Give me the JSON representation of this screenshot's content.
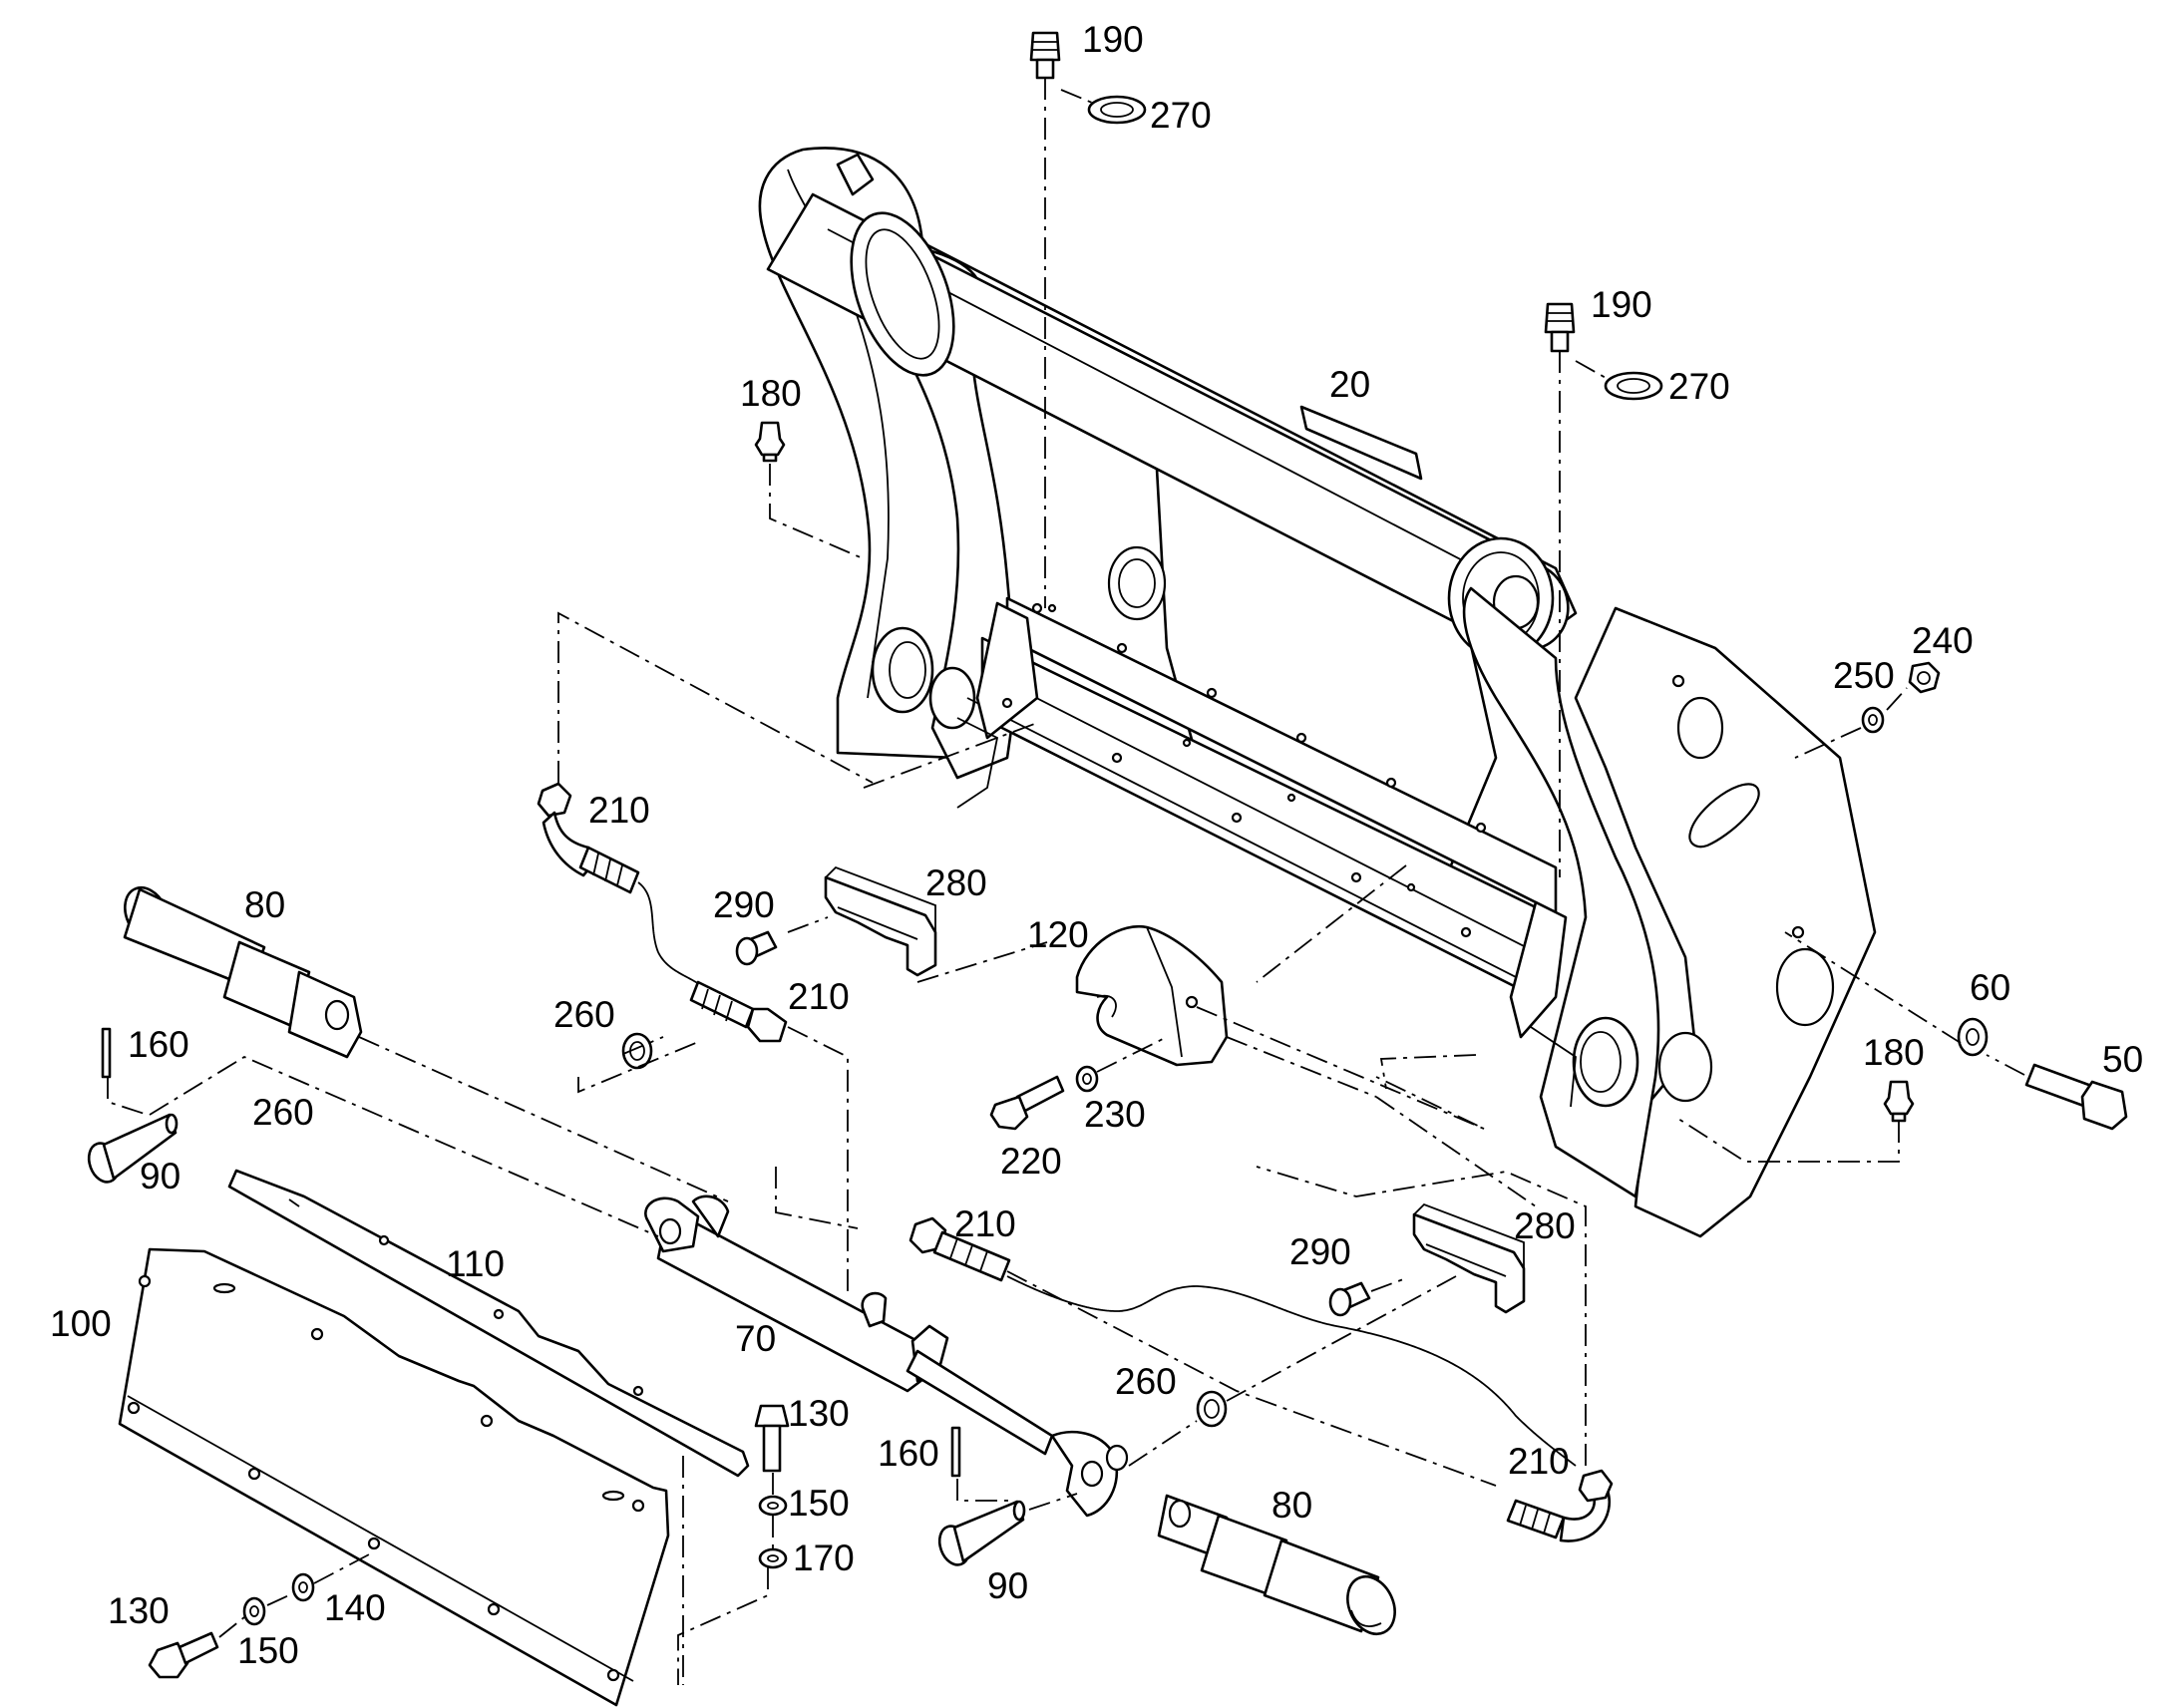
{
  "diagram": {
    "background": "#ffffff",
    "line_color": "#000000",
    "callouts": [
      {
        "id": "c190a",
        "text": "190"
      },
      {
        "id": "c270a",
        "text": "270"
      },
      {
        "id": "c190b",
        "text": "190"
      },
      {
        "id": "c270b",
        "text": "270"
      },
      {
        "id": "c20",
        "text": "20"
      },
      {
        "id": "c180a",
        "text": "180"
      },
      {
        "id": "c250",
        "text": "250"
      },
      {
        "id": "c240",
        "text": "240"
      },
      {
        "id": "c210a",
        "text": "210"
      },
      {
        "id": "c80a",
        "text": "80"
      },
      {
        "id": "c280a",
        "text": "280"
      },
      {
        "id": "c290a",
        "text": "290"
      },
      {
        "id": "c120",
        "text": "120"
      },
      {
        "id": "c210b",
        "text": "210"
      },
      {
        "id": "c260a",
        "text": "260"
      },
      {
        "id": "c160a",
        "text": "160"
      },
      {
        "id": "c60",
        "text": "60"
      },
      {
        "id": "c50",
        "text": "50"
      },
      {
        "id": "c230",
        "text": "230"
      },
      {
        "id": "c180b",
        "text": "180"
      },
      {
        "id": "c260b",
        "text": "260"
      },
      {
        "id": "c220",
        "text": "220"
      },
      {
        "id": "c90a",
        "text": "90"
      },
      {
        "id": "c210c",
        "text": "210"
      },
      {
        "id": "c280b",
        "text": "280"
      },
      {
        "id": "c110",
        "text": "110"
      },
      {
        "id": "c290b",
        "text": "290"
      },
      {
        "id": "c100",
        "text": "100"
      },
      {
        "id": "c70",
        "text": "70"
      },
      {
        "id": "c260c",
        "text": "260"
      },
      {
        "id": "c130a",
        "text": "130"
      },
      {
        "id": "c160b",
        "text": "160"
      },
      {
        "id": "c210d",
        "text": "210"
      },
      {
        "id": "c150a",
        "text": "150"
      },
      {
        "id": "c80b",
        "text": "80"
      },
      {
        "id": "c170",
        "text": "170"
      },
      {
        "id": "c90b",
        "text": "90"
      },
      {
        "id": "c130b",
        "text": "130"
      },
      {
        "id": "c140",
        "text": "140"
      },
      {
        "id": "c150b",
        "text": "150"
      }
    ]
  }
}
